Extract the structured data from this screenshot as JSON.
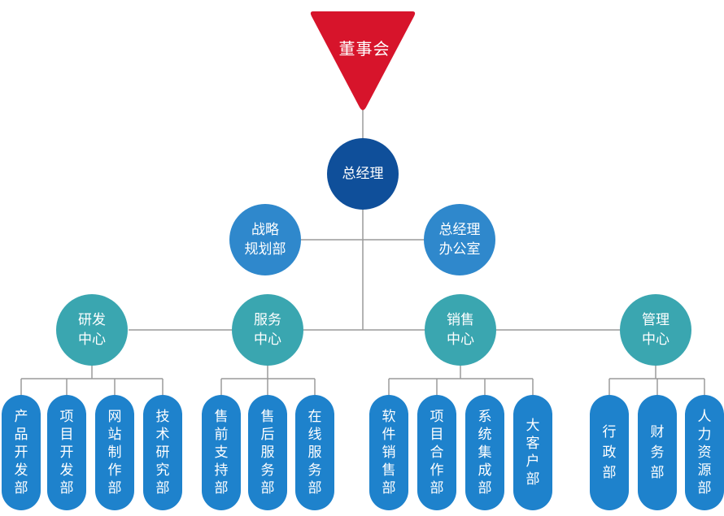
{
  "colors": {
    "board": "#d7142b",
    "gm": "#0f4f9a",
    "staff": "#2f88cc",
    "center": "#3aa6b0",
    "dept": "#1e82cc",
    "line": "#9a9a9a"
  },
  "board": {
    "label": "董事会"
  },
  "gm": {
    "label": "总经理"
  },
  "staff": [
    {
      "label": "战略\n规划部"
    },
    {
      "label": "总经理\n办公室"
    }
  ],
  "centers": [
    {
      "label": "研发\n中心",
      "depts": [
        "产品开发部",
        "项目开发部",
        "网站制作部",
        "技术研究部"
      ]
    },
    {
      "label": "服务\n中心",
      "depts": [
        "售前支持部",
        "售后服务部",
        "在线服务部"
      ]
    },
    {
      "label": "销售\n中心",
      "depts": [
        "软件销售部",
        "项目合作部",
        "系统集成部",
        "大客户部"
      ]
    },
    {
      "label": "管理\n中心",
      "depts": [
        "行政部",
        "财务部",
        "人力资源部"
      ]
    }
  ]
}
